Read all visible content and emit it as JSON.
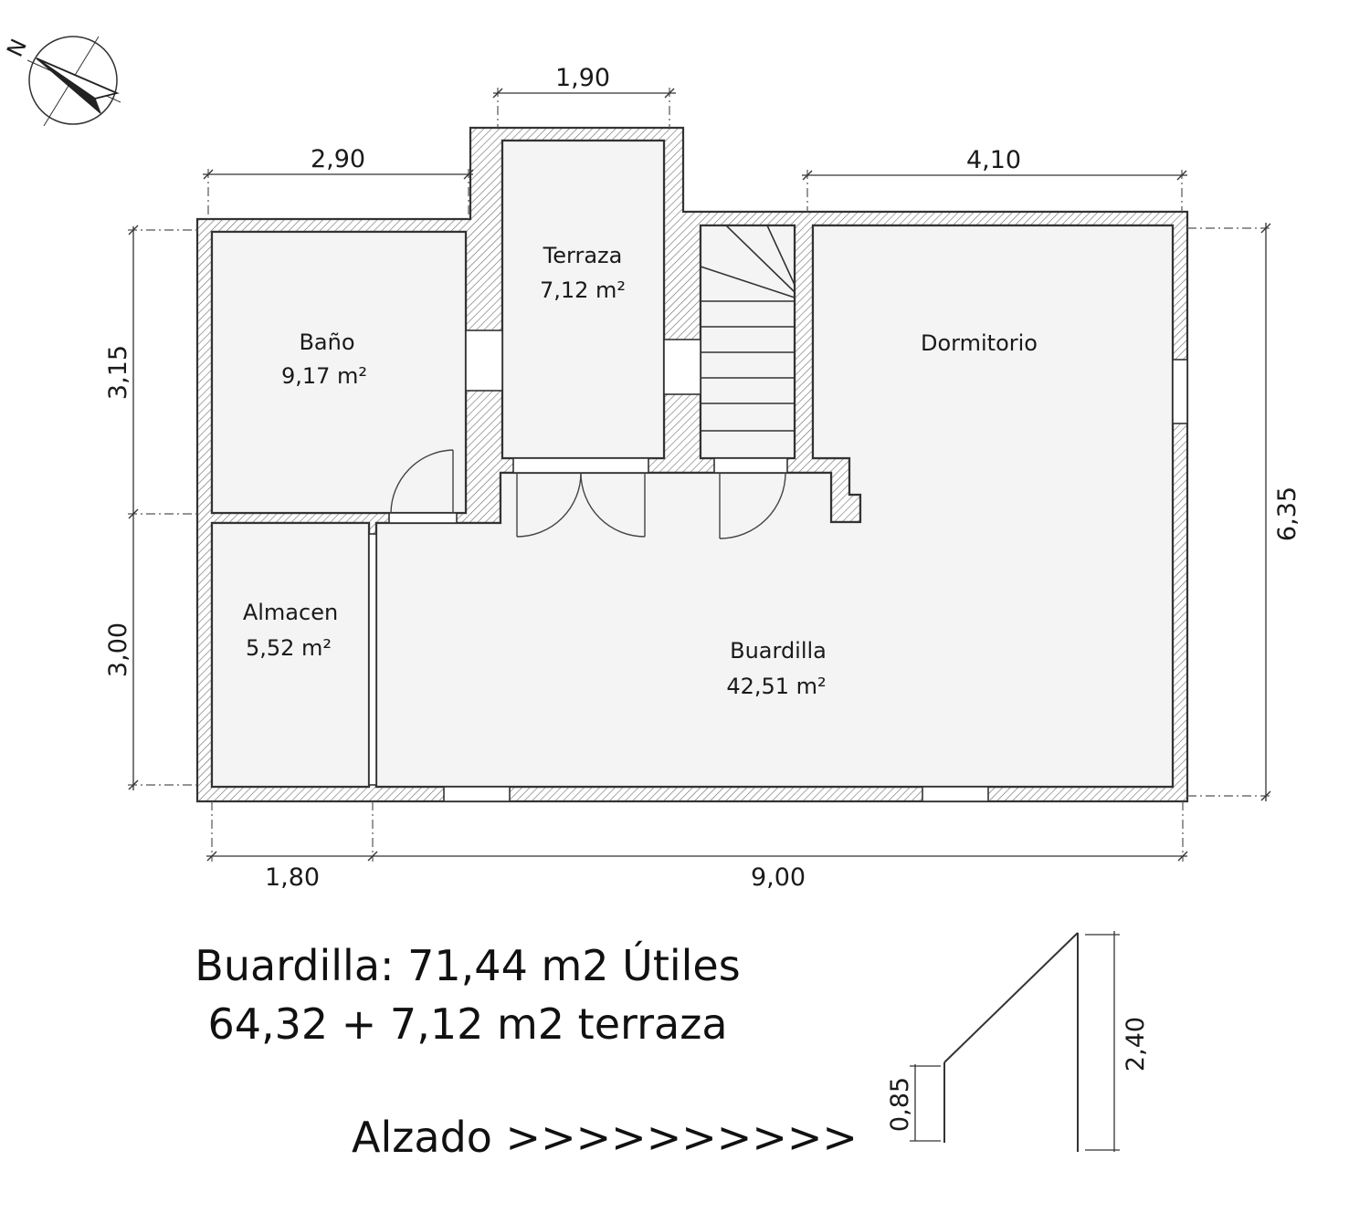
{
  "rooms": {
    "bano": {
      "name": "Baño",
      "area": "9,17 m²"
    },
    "terraza": {
      "name": "Terraza",
      "area": "7,12 m²"
    },
    "dormitorio": {
      "name": "Dormitorio"
    },
    "almacen": {
      "name": "Almacen",
      "area": "5,52 m²"
    },
    "buardilla": {
      "name": "Buardilla",
      "area": "42,51 m²"
    }
  },
  "dimensions": {
    "top_terraza": "1,90",
    "top_bano": "2,90",
    "top_dormitorio": "4,10",
    "left_upper": "3,15",
    "left_lower": "3,00",
    "right_total": "6,35",
    "bottom_left": "1,80",
    "bottom_right": "9,00"
  },
  "summary": {
    "line1": "Buardilla: 71,44 m2 Útiles",
    "line2": "64,32 + 7,12 m2 terraza"
  },
  "elevation": {
    "label": "Alzado >>>>>>>>>>",
    "low_height": "0,85",
    "high_height": "2,40"
  },
  "compass": {
    "north_label": "N",
    "icon": "north-arrow-icon"
  },
  "colors": {
    "wall_hatch": "#6b6b6b",
    "room_fill": "#f4f4f5"
  }
}
